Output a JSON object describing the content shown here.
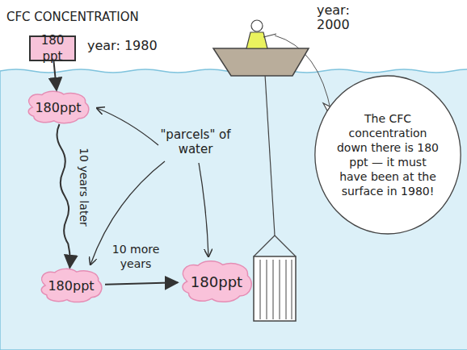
{
  "diagram": {
    "nodes": [
      {
        "text": [
          "180 ppt"
        ]
      },
      {
        "text": [
          "180ppt"
        ]
      },
      {
        "text": [
          "180ppt"
        ]
      },
      {
        "text": [
          "180ppt"
        ]
      },
      {
        "text": [
          "The CFC concentration down there is 180 ppt — it must have been at the surface in 1980!"
        ]
      }
    ],
    "edges": [
      {
        "from": 0,
        "to": 1,
        "arrow": "to"
      },
      {
        "from": 1,
        "to": 2,
        "label": "10 years later",
        "arrow": "to"
      },
      {
        "from": 2,
        "to": 3,
        "label": "10 more years",
        "arrow": "to"
      }
    ],
    "labels": [
      "CFC CONCENTRATION",
      "year: 1980",
      "year: 2000",
      "\"parcels\" of water"
    ]
  }
}
